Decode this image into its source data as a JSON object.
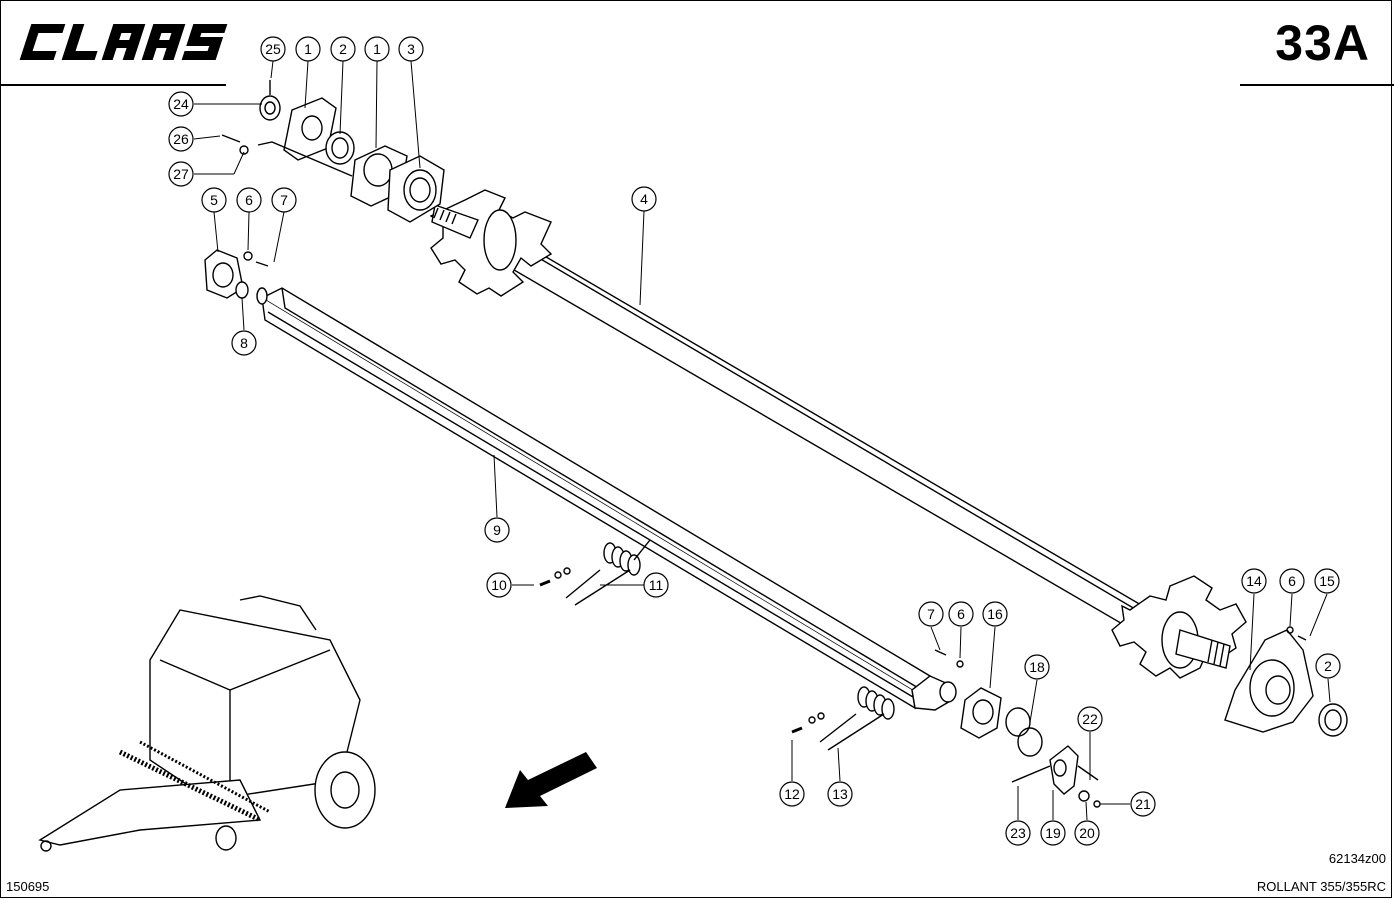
{
  "header": {
    "brand": "CLAAS",
    "page_number": "33A"
  },
  "footer": {
    "sheet_id": "150695",
    "drawing_code": "62134z00",
    "model": "ROLLANT 355/355RC"
  },
  "callouts": [
    {
      "id": "c25",
      "label": "25"
    },
    {
      "id": "c1a",
      "label": "1"
    },
    {
      "id": "c2a",
      "label": "2"
    },
    {
      "id": "c1b",
      "label": "1"
    },
    {
      "id": "c3",
      "label": "3"
    },
    {
      "id": "c24",
      "label": "24"
    },
    {
      "id": "c26",
      "label": "26"
    },
    {
      "id": "c27",
      "label": "27"
    },
    {
      "id": "c5",
      "label": "5"
    },
    {
      "id": "c6a",
      "label": "6"
    },
    {
      "id": "c7a",
      "label": "7"
    },
    {
      "id": "c8",
      "label": "8"
    },
    {
      "id": "c4",
      "label": "4"
    },
    {
      "id": "c9",
      "label": "9"
    },
    {
      "id": "c10",
      "label": "10"
    },
    {
      "id": "c11",
      "label": "11"
    },
    {
      "id": "c14",
      "label": "14"
    },
    {
      "id": "c6b",
      "label": "6"
    },
    {
      "id": "c15",
      "label": "15"
    },
    {
      "id": "c7b",
      "label": "7"
    },
    {
      "id": "c6c",
      "label": "6"
    },
    {
      "id": "c16",
      "label": "16"
    },
    {
      "id": "c18",
      "label": "18"
    },
    {
      "id": "c2b",
      "label": "2"
    },
    {
      "id": "c22",
      "label": "22"
    },
    {
      "id": "c12",
      "label": "12"
    },
    {
      "id": "c13",
      "label": "13"
    },
    {
      "id": "c23",
      "label": "23"
    },
    {
      "id": "c19",
      "label": "19"
    },
    {
      "id": "c20",
      "label": "20"
    },
    {
      "id": "c21",
      "label": "21"
    }
  ]
}
